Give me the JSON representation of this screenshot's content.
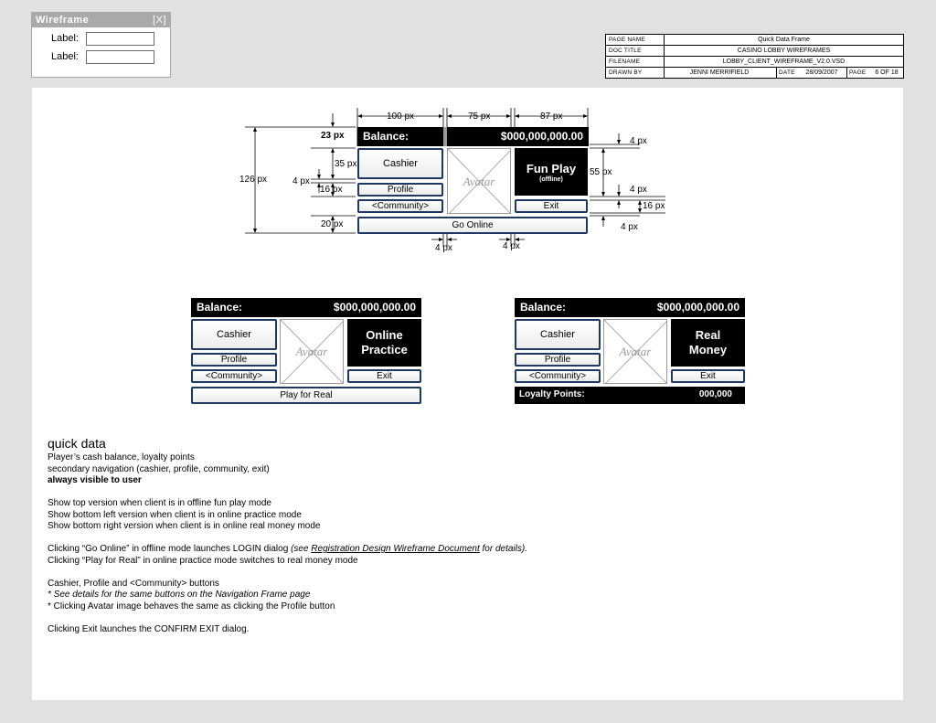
{
  "wireframe_panel": {
    "title": "Wireframe",
    "close": "[X]",
    "label1": "Label:",
    "label2": "Label:"
  },
  "title_block": {
    "page_name_label": "PAGE NAME",
    "page_name": "Quick Data Frame",
    "doc_title_label": "DOC TITLE",
    "doc_title": "CASINO LOBBY WIREFRAMES",
    "filename_label": "FILENAME",
    "filename": "LOBBY_CLIENT_WIREFRAME_V2.0.VSD",
    "drawn_by_label": "DRAWN BY",
    "drawn_by": "JENNI MERRIFIELD",
    "date_label": "DATE",
    "date": "28/09/2007",
    "page_label": "PAGE",
    "page": "6 OF 18"
  },
  "dimensions": {
    "w100": "100 px",
    "w75": "75 px",
    "w87": "87 px",
    "h23": "23 px",
    "h35": "35 px",
    "h16": "16 px",
    "h20": "20 px",
    "h126": "126 px",
    "g4_left": "4 px",
    "g4_top_right": "4 px",
    "h55": "55 px",
    "g4_mid_right": "4 px",
    "h16_right": "16 px",
    "g4_bottom_right": "4 px",
    "g4_bottom_left": "4 px",
    "g4_bottom_mid": "4 px"
  },
  "offline_widget": {
    "balance_label": "Balance:",
    "balance_value": "$000,000,000.00",
    "cashier": "Cashier",
    "profile": "Profile",
    "community": "<Community>",
    "avatar": "Avatar",
    "mode_title": "Fun Play",
    "mode_sub": "(offline)",
    "exit": "Exit",
    "bottom_button": "Go Online"
  },
  "practice_widget": {
    "balance_label": "Balance:",
    "balance_value": "$000,000,000.00",
    "cashier": "Cashier",
    "profile": "Profile",
    "community": "<Community>",
    "avatar": "Avatar",
    "mode_line1": "Online",
    "mode_line2": "Practice",
    "exit": "Exit",
    "bottom_button": "Play for Real"
  },
  "realmoney_widget": {
    "balance_label": "Balance:",
    "balance_value": "$000,000,000.00",
    "cashier": "Cashier",
    "profile": "Profile",
    "community": "<Community>",
    "avatar": "Avatar",
    "mode_line1": "Real",
    "mode_line2": "Money",
    "exit": "Exit",
    "loyalty_label": "Loyalty Points:",
    "loyalty_value": "000,000"
  },
  "notes": {
    "heading": "quick data",
    "l1": "Player’s cash balance, loyalty points",
    "l2": "secondary navigation (cashier, profile, community, exit)",
    "l3": "always visible to user",
    "l4": "Show top version when client is in offline fun play mode",
    "l5": "Show bottom left version when client is in online practice mode",
    "l6": "Show bottom right version when client is in online real money mode",
    "l7a": "Clicking “Go Online” in offline mode launches LOGIN dialog ",
    "l7b": "(see ",
    "l7link": "Registration Design Wireframe Document",
    "l7c": " for details).",
    "l8": "Clicking “Play for Real” in online practice mode switches to real money mode",
    "l9": "Cashier, Profile and <Community> buttons",
    "l10": "* See details for the same buttons on the Navigation Frame page",
    "l11": "* Clicking Avatar image behaves the same as clicking the Profile button",
    "l12": "Clicking Exit launches the CONFIRM EXIT dialog."
  }
}
